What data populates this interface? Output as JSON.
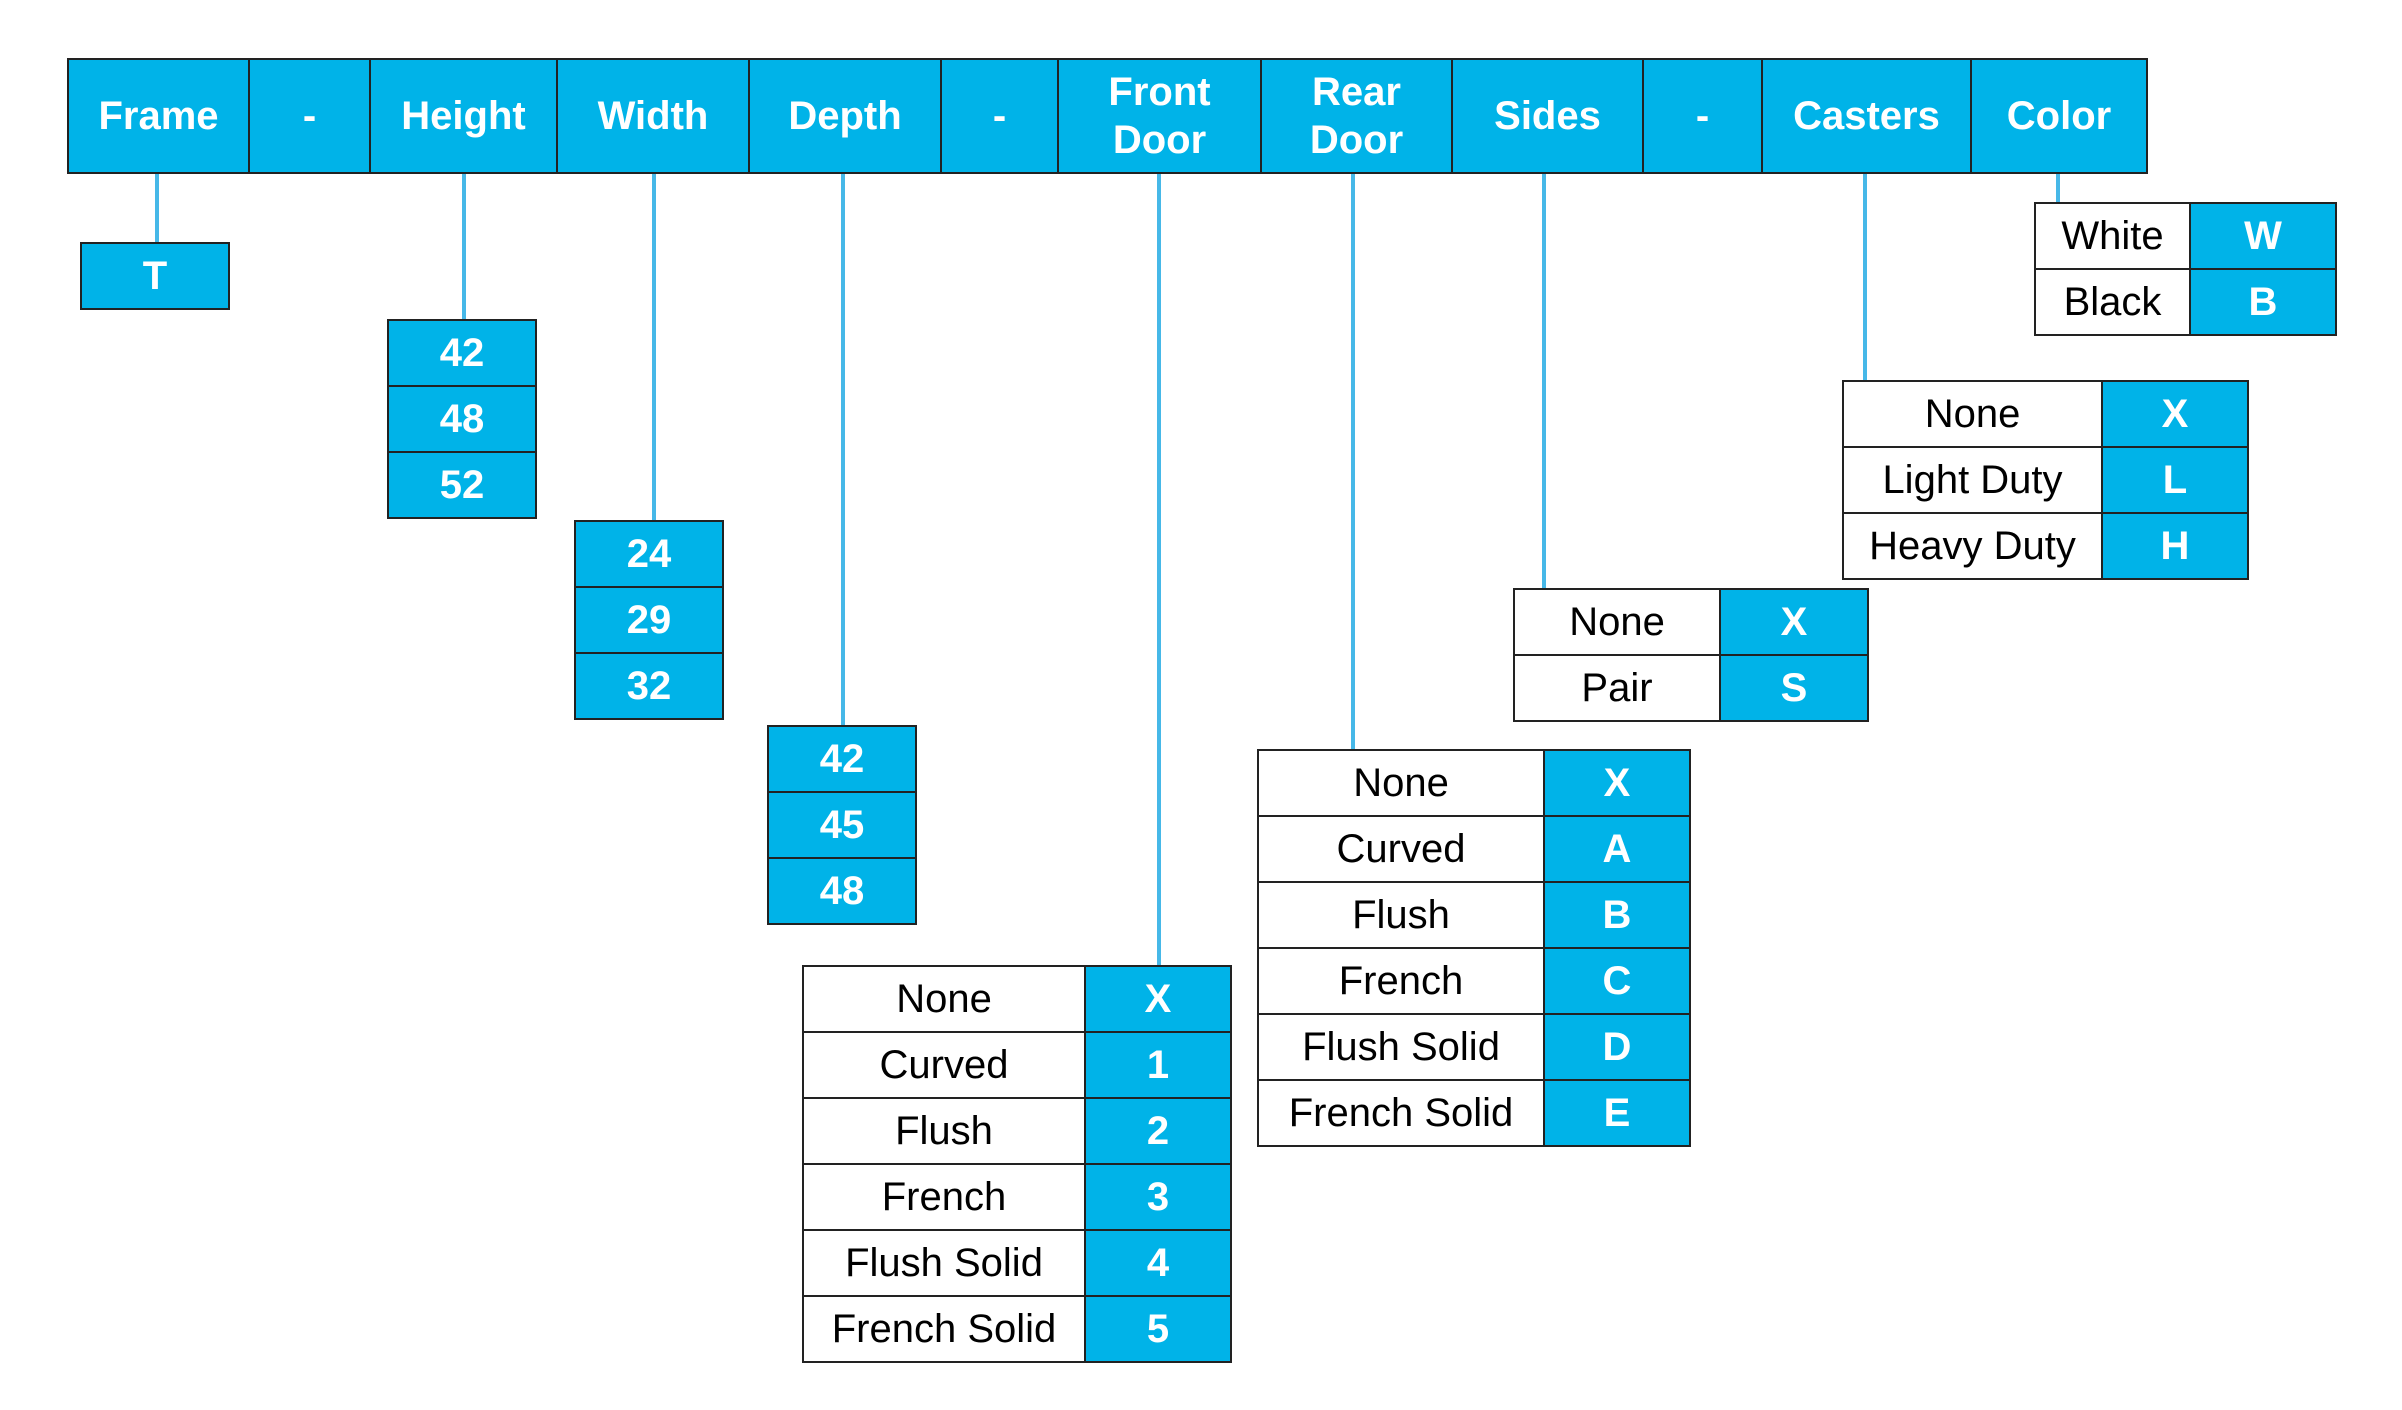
{
  "colors": {
    "accent": "#00b3e8",
    "connector": "#46b8e8",
    "border": "#222222"
  },
  "header": [
    {
      "id": "frame",
      "label": "Frame"
    },
    {
      "id": "dash1",
      "label": "-"
    },
    {
      "id": "height",
      "label": "Height"
    },
    {
      "id": "width",
      "label": "Width"
    },
    {
      "id": "depth",
      "label": "Depth"
    },
    {
      "id": "dash2",
      "label": "-"
    },
    {
      "id": "front-door",
      "label": "Front\nDoor"
    },
    {
      "id": "rear-door",
      "label": "Rear\nDoor"
    },
    {
      "id": "sides",
      "label": "Sides"
    },
    {
      "id": "dash3",
      "label": "-"
    },
    {
      "id": "casters",
      "label": "Casters"
    },
    {
      "id": "color",
      "label": "Color"
    }
  ],
  "options": {
    "frame": [
      "T"
    ],
    "height": [
      "42",
      "48",
      "52"
    ],
    "width": [
      "24",
      "29",
      "32"
    ],
    "depth": [
      "42",
      "45",
      "48"
    ],
    "front_door": [
      {
        "label": "None",
        "code": "X"
      },
      {
        "label": "Curved",
        "code": "1"
      },
      {
        "label": "Flush",
        "code": "2"
      },
      {
        "label": "French",
        "code": "3"
      },
      {
        "label": "Flush Solid",
        "code": "4"
      },
      {
        "label": "French Solid",
        "code": "5"
      }
    ],
    "rear_door": [
      {
        "label": "None",
        "code": "X"
      },
      {
        "label": "Curved",
        "code": "A"
      },
      {
        "label": "Flush",
        "code": "B"
      },
      {
        "label": "French",
        "code": "C"
      },
      {
        "label": "Flush Solid",
        "code": "D"
      },
      {
        "label": "French Solid",
        "code": "E"
      }
    ],
    "sides": [
      {
        "label": "None",
        "code": "X"
      },
      {
        "label": "Pair",
        "code": "S"
      }
    ],
    "casters": [
      {
        "label": "None",
        "code": "X"
      },
      {
        "label": "Light Duty",
        "code": "L"
      },
      {
        "label": "Heavy Duty",
        "code": "H"
      }
    ],
    "color": [
      {
        "label": "White",
        "code": "W"
      },
      {
        "label": "Black",
        "code": "B"
      }
    ]
  }
}
